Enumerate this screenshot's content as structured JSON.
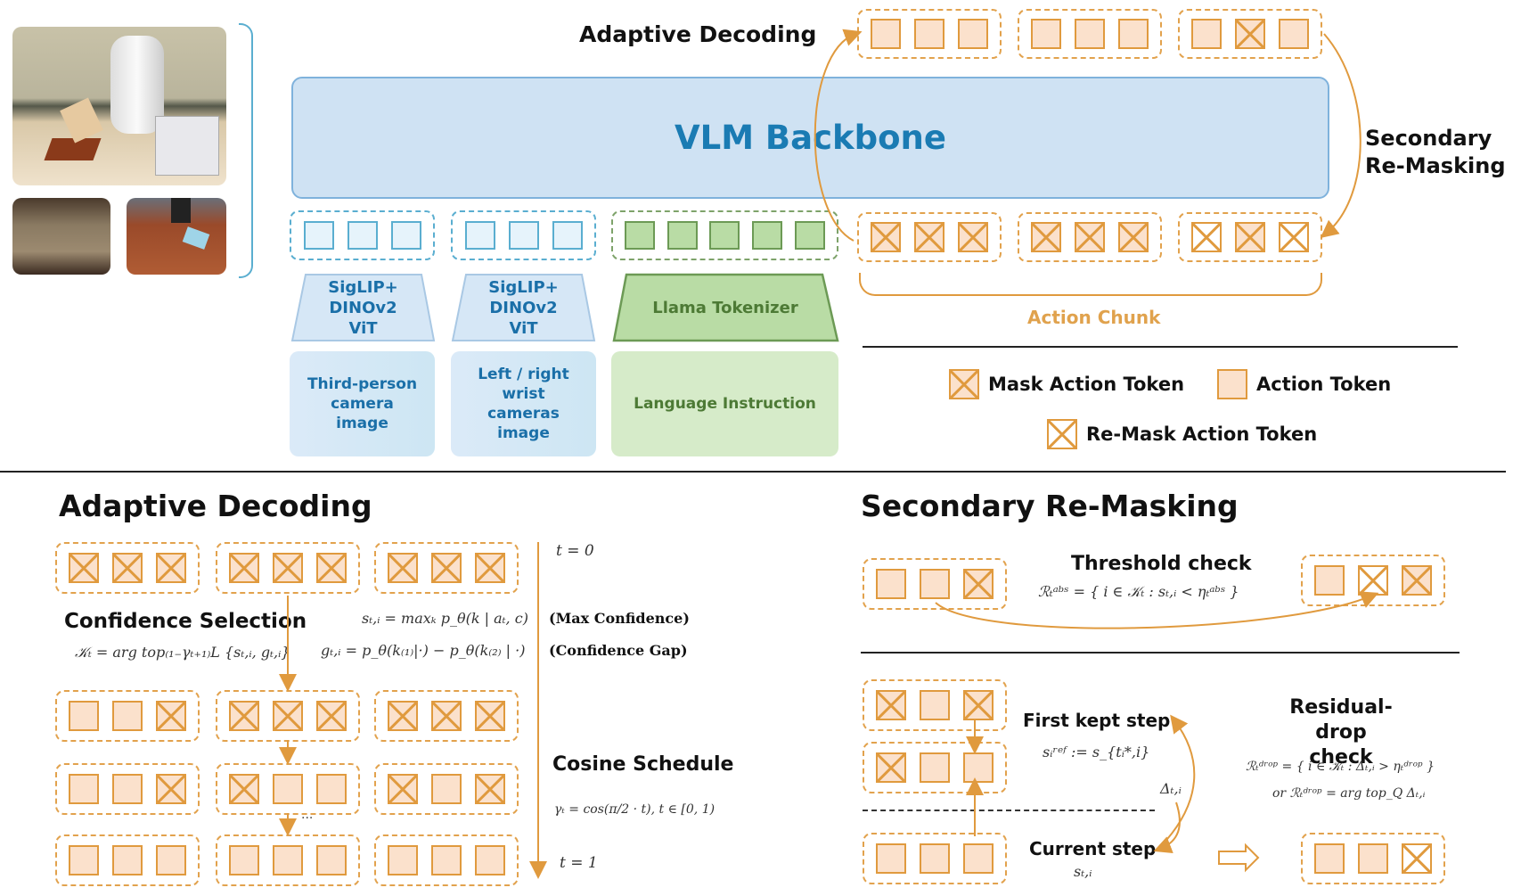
{
  "top": {
    "adaptive_decoding_label": "Adaptive Decoding",
    "secondary_remasking_label_line1": "Secondary",
    "secondary_remasking_label_line2": "Re-Masking",
    "backbone_label": "VLM Backbone",
    "action_chunk_label": "Action Chunk",
    "encoders": [
      {
        "line1": "SigLIP+",
        "line2": "DINOv2",
        "line3": "ViT"
      },
      {
        "line1": "SigLIP+",
        "line2": "DINOv2",
        "line3": "ViT"
      },
      {
        "line1": "Llama Tokenizer"
      }
    ],
    "inputs": [
      {
        "lines": [
          "Third-person",
          "camera",
          "image"
        ]
      },
      {
        "lines": [
          "Left / right",
          "wrist",
          "cameras",
          "image"
        ]
      },
      {
        "lines": [
          "Language Instruction"
        ]
      }
    ],
    "output_tokens": [
      [
        "action",
        "action",
        "action"
      ],
      [
        "action",
        "action",
        "action"
      ],
      [
        "action",
        "mask",
        "action"
      ]
    ],
    "input_action_tokens": [
      [
        "mask",
        "mask",
        "mask"
      ],
      [
        "mask",
        "mask",
        "mask"
      ],
      [
        "remask",
        "mask",
        "remask"
      ]
    ],
    "images": [
      {
        "name": "simulated-kitchen-robot-scene"
      },
      {
        "name": "real-table-scene"
      },
      {
        "name": "real-robot-gripper-scene"
      }
    ]
  },
  "legend": {
    "mask": "Mask Action Token",
    "action": "Action Token",
    "remask": "Re-Mask Action Token"
  },
  "adaptive_decoding": {
    "title": "Adaptive Decoding",
    "confidence_selection_title": "Confidence Selection",
    "k_formula": "𝒦ₜ = arg top₍₁₋γₜ₊₁₎L {sₜ,ᵢ, gₜ,ᵢ}",
    "s_formula": "sₜ,ᵢ = maxₖ p_θ(k | aₜ, c)",
    "s_label": "(Max Confidence)",
    "g_formula": "gₜ,ᵢ = p_θ(k₍₁₎|·) − p_θ(k₍₂₎ | ·)",
    "g_label": "(Confidence Gap)",
    "cosine_title": "Cosine Schedule",
    "cosine_formula": "γₜ = cos(π/2 · t),  t ∈ [0, 1)",
    "t0": "t = 0",
    "t1": "t = 1",
    "ellipsis": "...",
    "rows": [
      [
        [
          "mask",
          "mask",
          "mask"
        ],
        [
          "mask",
          "mask",
          "mask"
        ],
        [
          "mask",
          "mask",
          "mask"
        ]
      ],
      [
        [
          "action",
          "action",
          "mask"
        ],
        [
          "mask",
          "mask",
          "mask"
        ],
        [
          "mask",
          "mask",
          "mask"
        ]
      ],
      [
        [
          "action",
          "action",
          "mask"
        ],
        [
          "mask",
          "action",
          "action"
        ],
        [
          "mask",
          "action",
          "mask"
        ]
      ],
      [
        [
          "action",
          "action",
          "action"
        ],
        [
          "action",
          "action",
          "action"
        ],
        [
          "action",
          "action",
          "action"
        ]
      ]
    ]
  },
  "secondary_remasking": {
    "title": "Secondary Re-Masking",
    "threshold_title": "Threshold check",
    "threshold_formula": "ℛₜᵃᵇˢ = { i ∈ 𝒦ₜ : sₜ,ᵢ < ηₜᵃᵇˢ }",
    "threshold_before": [
      "action",
      "action",
      "mask"
    ],
    "threshold_after": [
      "action",
      "remask",
      "mask"
    ],
    "first_kept_title": "First kept step",
    "first_kept_formula": "sᵢʳᵉᶠ := s_{tᵢ*,i}",
    "delta_label": "Δₜ,ᵢ",
    "current_step_title": "Current step",
    "current_step_formula": "sₜ,ᵢ",
    "residual_title_line1": "Residual-drop",
    "residual_title_line2": "check",
    "residual_formula1": "ℛₜᵈʳᵒᵖ = { i ∈ 𝒦ₜ : Δₜ,ᵢ > ηₜᵈʳᵒᵖ }",
    "residual_formula2": "or  ℛₜᵈʳᵒᵖ = arg top_Q Δₜ,ᵢ",
    "kept_row1": [
      "mask",
      "action",
      "mask"
    ],
    "kept_row2": [
      "mask",
      "action",
      "action"
    ],
    "current_row": [
      "action",
      "action",
      "action"
    ],
    "result_row": [
      "action",
      "action",
      "remask"
    ]
  },
  "colors": {
    "orange": "#e09a3e",
    "token_fill": "#fbe1cc",
    "backbone_fill": "#cfe2f3",
    "backbone_text": "#1a7bb3",
    "vision_blue": "#5aaed0",
    "language_green": "#b9dca5"
  }
}
